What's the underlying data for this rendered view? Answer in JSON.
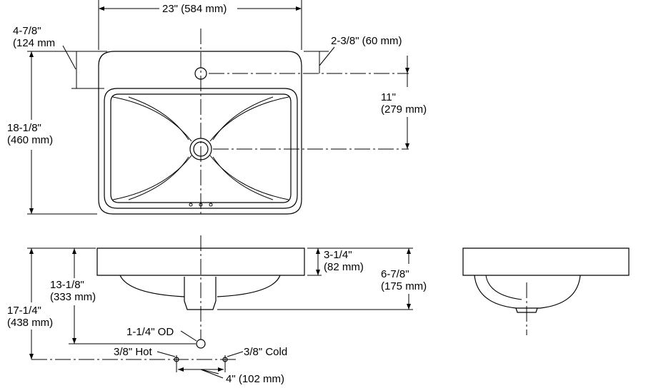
{
  "top_view": {
    "width_label": "23\" (584 mm)",
    "deck_depth_label": [
      "4-7/8\"",
      "(124 mm"
    ],
    "faucet_offset_label": "2-3/8\" (60 mm)",
    "drain_offset_label": [
      "11\"",
      "(279 mm)"
    ],
    "depth_label": [
      "18-1/8\"",
      "(460 mm)"
    ]
  },
  "front_view": {
    "bowl_depth_label": [
      "3-1/4\"",
      "(82 mm)"
    ],
    "total_height_label": [
      "6-7/8\"",
      "(175 mm)"
    ],
    "drain_height_label": [
      "13-1/8\"",
      "(333 mm)"
    ],
    "supply_height_label": [
      "17-1/4\"",
      "(438 mm)"
    ],
    "drain_od_label": "1-1/4\" OD",
    "hot_label": "3/8\" Hot",
    "cold_label": "3/8\" Cold",
    "supply_spacing_label": "4\" (102 mm)"
  }
}
